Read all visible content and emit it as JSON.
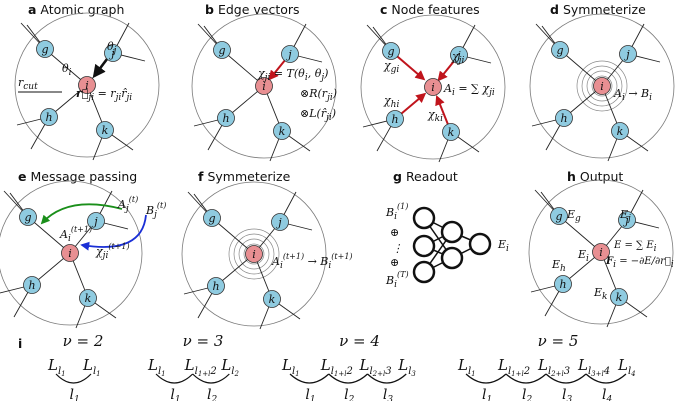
{
  "panels": {
    "a": {
      "letter": "a",
      "title": "Atomic graph"
    },
    "b": {
      "letter": "b",
      "title": "Edge vectors"
    },
    "c": {
      "letter": "c",
      "title": "Node features"
    },
    "d": {
      "letter": "d",
      "title": "Symmeterize"
    },
    "e": {
      "letter": "e",
      "title": "Message passing"
    },
    "f": {
      "letter": "f",
      "title": "Symmeterize"
    },
    "g": {
      "letter": "g",
      "title": "Readout"
    },
    "h": {
      "letter": "h",
      "title": "Output"
    },
    "i": {
      "letter": "i"
    }
  },
  "nodes": {
    "center": "i",
    "g": "g",
    "j": "j",
    "h": "h",
    "k": "k"
  },
  "colors": {
    "center_node": "#e88f92",
    "neighbor_node": "#8fcbe0",
    "edge_arrow": "#c0141c",
    "green_arrow": "#1a8f1a",
    "blue_arrow": "#1a2fd6",
    "cutoff_circle": "#7a7a7a"
  },
  "panel_a": {
    "theta_j": "θ",
    "theta_j_sub": "j",
    "theta_i": "θ",
    "theta_i_sub": "i",
    "rcut": "r",
    "rcut_sub": "cut",
    "rvec": "r⃗",
    "rvec_sub": "ji",
    "eq": "= r",
    "eq_sub": "ji",
    "rhat": "r̂",
    "rhat_sub": "ji"
  },
  "panel_b": {
    "line1": "χ",
    "line1_sub": "ji",
    "line1_rest": "= T(θ",
    "line1_s2": "i",
    "line1_r2": ", θ",
    "line1_s3": "j",
    "line1_r3": ")",
    "line2": "⊗R(r",
    "line2_sub": "ji",
    "line2_end": ")",
    "line3": "⊗L(r̂",
    "line3_sub": "ji",
    "line3_end": ")"
  },
  "panel_c": {
    "chi": "χ",
    "gi": "gi",
    "ji": "ji",
    "hi": "hi",
    "ki": "ki",
    "ai": "A",
    "ai_sub": "i",
    "eq": "= ∑ χ",
    "eq_sub": "ji"
  },
  "panel_d": {
    "a": "A",
    "a_sub": "i",
    "arrow": "→ B",
    "b_sub": "i"
  },
  "panel_e": {
    "a_top": "A",
    "a_top_sub": "j",
    "a_top_sup": "(t)",
    "b_top": "B",
    "b_top_sub": "j",
    "b_top_sup": "(t)",
    "a_i": "A",
    "a_i_sub": "i",
    "a_i_sup": "(t+1)",
    "chi": "χ",
    "chi_sub": "ji",
    "chi_sup": "(t+1)"
  },
  "panel_f": {
    "a": "A",
    "a_sub": "i",
    "a_sup": "(t+1)",
    "arrow": "→ B",
    "b_sub": "i",
    "b_sup": "(t+1)"
  },
  "panel_g": {
    "b1": "B",
    "b1_sub": "i",
    "b1_sup": "(1)",
    "oplus": "⊕",
    "dots": "⋮",
    "bt": "B",
    "bt_sub": "i",
    "bt_sup": "(T)",
    "e": "E",
    "e_sub": "i"
  },
  "panel_h": {
    "eg": "E",
    "eg_sub": "g",
    "ej": "E",
    "ej_sub": "j",
    "ei": "E",
    "ei_sub": "i",
    "eh": "E",
    "eh_sub": "h",
    "ek": "E",
    "ek_sub": "k",
    "eq1": "E = ∑ E",
    "eq1_sub": "i",
    "eq2": "F",
    "eq2_sub": "i",
    "eq2_rest": "= −∂E/∂r⃗",
    "eq2_sub2": "i"
  },
  "panel_i": {
    "groups": [
      {
        "nu": "ν = 2",
        "terms": [
          [
            "L",
            "l",
            "1"
          ],
          [
            "L",
            "l",
            "1"
          ]
        ],
        "ls": [
          "1"
        ]
      },
      {
        "nu": "ν = 3",
        "terms": [
          [
            "L",
            "l",
            "1"
          ],
          [
            "L",
            "l",
            "1+l",
            "2"
          ],
          [
            "L",
            "l",
            "2"
          ]
        ],
        "ls": [
          "1",
          "2"
        ]
      },
      {
        "nu": "ν = 4",
        "terms": [
          [
            "L",
            "l",
            "1"
          ],
          [
            "L",
            "l",
            "1+l",
            "2"
          ],
          [
            "L",
            "l",
            "2+l",
            "3"
          ],
          [
            "L",
            "l",
            "3"
          ]
        ],
        "ls": [
          "1",
          "2",
          "3"
        ]
      },
      {
        "nu": "ν = 5",
        "terms": [
          [
            "L",
            "l",
            "1"
          ],
          [
            "L",
            "l",
            "1+l",
            "2"
          ],
          [
            "L",
            "l",
            "2+l",
            "3"
          ],
          [
            "L",
            "l",
            "3+l",
            "4"
          ],
          [
            "L",
            "l",
            "4"
          ]
        ],
        "ls": [
          "1",
          "2",
          "3",
          "4"
        ]
      }
    ]
  }
}
